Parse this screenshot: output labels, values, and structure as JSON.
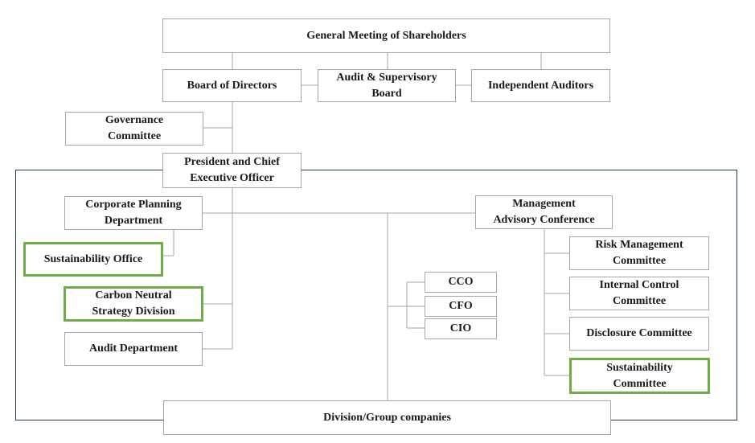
{
  "org_chart": {
    "shareholders": "General  Meeting  of  Shareholders",
    "board": "Board  of Directors",
    "audit_board": "Audit  &  Supervisory\nBoard",
    "independent_auditors": "Independent  Auditors",
    "governance": "Governance\nCommittee",
    "president": "President  and  Chief\nExecutive  Officer",
    "corporate_planning": "Corporate  Planning\nDepartment",
    "sustainability_office": "Sustainability  Office",
    "carbon_neutral": "Carbon  Neutral\nStrategy  Division",
    "audit_department": "Audit  Department",
    "management_advisory": "Management\nAdvisory  Conference",
    "cco": "CCO",
    "cfo": "CFO",
    "cio": "CIO",
    "risk_management": "Risk  Management\nCommittee",
    "internal_control": "Internal  Control\nCommittee",
    "disclosure": "Disclosure  Committee",
    "sustainability_committee": "Sustainability\nCommittee",
    "division_group": "Division/Group  companies"
  },
  "colors": {
    "box_border": "#a6a6a6",
    "highlight_border": "#70ad47",
    "frame_border": "#1f3a4a",
    "connector": "#a6a6a6"
  }
}
